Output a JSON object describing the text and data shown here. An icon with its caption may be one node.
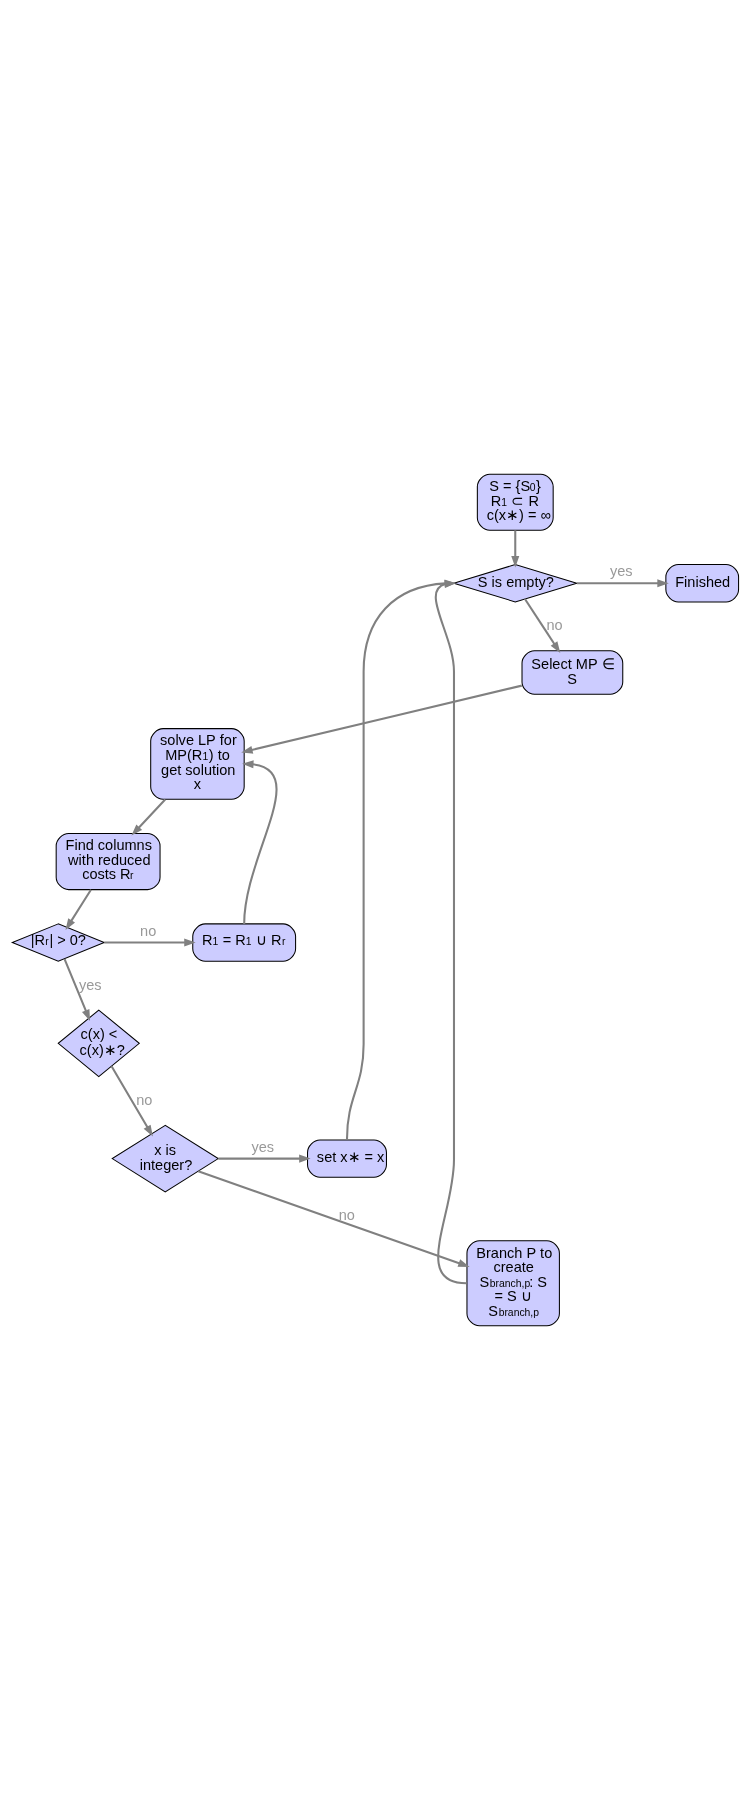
{
  "diagram": {
    "nodes": [
      {
        "text": [
          "S = {S$_{0}$}",
          "R$_{1}$ ⊂ R",
          "c(x∗) = ∞"
        ]
      },
      {
        "text": [
          "S is empty?"
        ]
      },
      {
        "text": [
          "Finished"
        ]
      },
      {
        "text": [
          "Select MP ∈ S"
        ]
      },
      {
        "text": [
          "solve LP for MP(R$_{1}$) to get solution x"
        ]
      },
      {
        "text": [
          "Find columns with reduced costs R$_{r}$"
        ]
      },
      {
        "text": [
          "|R$_{r}$| > 0?"
        ]
      },
      {
        "text": [
          "R$_{1}$ = R$_{1}$ ∪ R$_{r}$"
        ]
      },
      {
        "text": [
          "c(x) < c(x)∗?"
        ]
      },
      {
        "text": [
          "x is integer?"
        ]
      },
      {
        "text": [
          "set x∗ = x"
        ]
      },
      {
        "text": [
          "Branch P to create S$_{branch,p}$: S = S ∪ S$_{branch,p}$"
        ]
      }
    ],
    "edges": [
      {
        "from": 0,
        "to": 1,
        "arrow": "to"
      },
      {
        "from": 1,
        "to": 2,
        "arrow": "to",
        "label": "yes"
      },
      {
        "from": 1,
        "to": 3,
        "arrow": "to",
        "label": "no"
      },
      {
        "from": 3,
        "to": 4,
        "arrow": "to"
      },
      {
        "from": 4,
        "to": 5,
        "arrow": "to"
      },
      {
        "from": 5,
        "to": 6,
        "arrow": "to"
      },
      {
        "from": 6,
        "to": 7,
        "arrow": "to",
        "label": "no"
      },
      {
        "from": 7,
        "to": 4,
        "arrow": "to"
      },
      {
        "from": 6,
        "to": 8,
        "arrow": "to",
        "label": "yes"
      },
      {
        "from": 8,
        "to": 9,
        "arrow": "to",
        "label": "no"
      },
      {
        "from": 9,
        "to": 10,
        "arrow": "to",
        "label": "yes"
      },
      {
        "from": 10,
        "to": 1,
        "arrow": "to"
      },
      {
        "from": 9,
        "to": 11,
        "arrow": "to",
        "label": "no"
      },
      {
        "from": 11,
        "to": 1,
        "arrow": "to"
      }
    ]
  }
}
